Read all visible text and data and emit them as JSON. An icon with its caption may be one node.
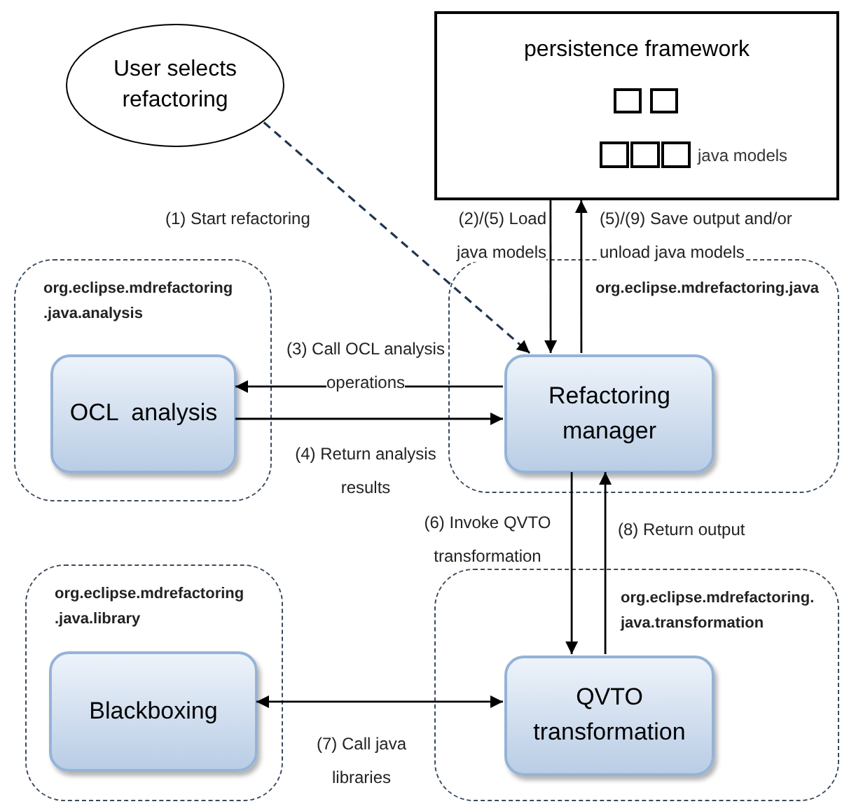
{
  "diagram": {
    "nodes": [
      {
        "text": [
          "User selects refactoring"
        ]
      },
      {
        "text": [
          "persistence framework"
        ]
      },
      {
        "text": [
          "org.eclipse.mdrefactoring .java.analysis"
        ]
      },
      {
        "text": [
          "OCL  analysis"
        ],
        "in": 2
      },
      {
        "text": [
          "org.eclipse.mdrefactoring.java"
        ]
      },
      {
        "text": [
          "Refactoring manager"
        ],
        "in": 4
      },
      {
        "text": [
          "org.eclipse.mdrefactoring .java.library"
        ]
      },
      {
        "text": [
          "Blackboxing"
        ],
        "in": 6
      },
      {
        "text": [
          "org.eclipse.mdrefactoring. java.transformation"
        ]
      },
      {
        "text": [
          "QVTO transformation"
        ],
        "in": 8
      }
    ],
    "edges": [
      {
        "from": 0,
        "to": 5,
        "arrow": "to",
        "style": "dashed",
        "label": "(1) Start refactoring"
      },
      {
        "from": 1,
        "to": 5,
        "arrow": "to",
        "label": "(2)/(5) Load java models"
      },
      {
        "from": 5,
        "to": 1,
        "arrow": "to",
        "label": "(5)/(9) Save output and/or unload java models"
      },
      {
        "from": 5,
        "to": 3,
        "arrow": "to",
        "label": "(3) Call OCL analysis operations"
      },
      {
        "from": 3,
        "to": 5,
        "arrow": "to",
        "label": "(4) Return analysis results"
      },
      {
        "from": 5,
        "to": 9,
        "arrow": "to",
        "label": "(6) Invoke QVTO transformation"
      },
      {
        "from": 9,
        "to": 5,
        "arrow": "to",
        "label": "(8) Return output"
      },
      {
        "from": 7,
        "to": 9,
        "arrow": "both",
        "label": "(7) Call java libraries"
      }
    ],
    "labels": [
      "java models"
    ]
  }
}
